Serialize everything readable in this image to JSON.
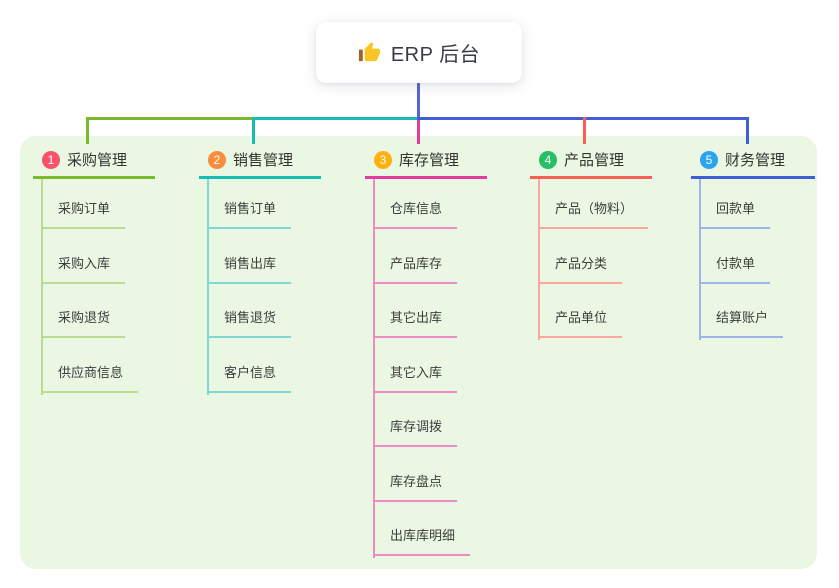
{
  "root": {
    "title": "ERP 后台",
    "icon": "thumbs-up-icon"
  },
  "branches": [
    {
      "index": "1",
      "label": "采购管理",
      "color": "#79bb2d",
      "light_color": "#b9dc92",
      "badge_color": "#f4536a",
      "children": [
        "采购订单",
        "采购入库",
        "采购退货",
        "供应商信息"
      ]
    },
    {
      "index": "2",
      "label": "销售管理",
      "color": "#17bcb2",
      "light_color": "#82d7d2",
      "badge_color": "#fb8c3c",
      "children": [
        "销售订单",
        "销售出库",
        "销售退货",
        "客户信息"
      ]
    },
    {
      "index": "3",
      "label": "库存管理",
      "color": "#e23c9d",
      "light_color": "#ee8ac4",
      "badge_color": "#ffb00f",
      "children": [
        "仓库信息",
        "产品库存",
        "其它出库",
        "其它入库",
        "库存调拨",
        "库存盘点",
        "出库库明细"
      ]
    },
    {
      "index": "4",
      "label": "产品管理",
      "color": "#f75f57",
      "light_color": "#fba6a1",
      "badge_color": "#26bf66",
      "children": [
        "产品（物料）",
        "产品分类",
        "产品单位"
      ]
    },
    {
      "index": "5",
      "label": "财务管理",
      "color": "#3f5ed7",
      "light_color": "#9fb4e6",
      "badge_color": "#2ba4ef",
      "children": [
        "回款单",
        "付款单",
        "结算账户"
      ]
    }
  ],
  "palette": {
    "root_line": "#5465d6",
    "panel_background": "#eaf7e3",
    "node_background": "#ffffff",
    "text": "#333333",
    "thumb_yellow": "#fac423",
    "thumb_sleeve": "#a0632f"
  }
}
